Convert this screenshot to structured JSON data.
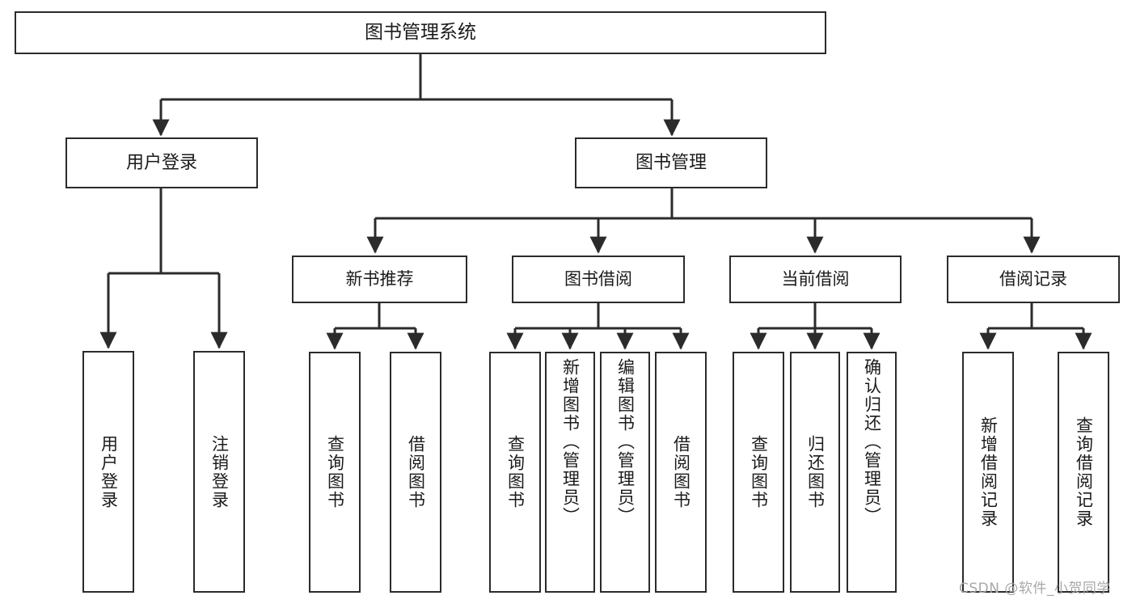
{
  "diagram": {
    "type": "tree",
    "title": "图书管理系统",
    "orientation": "top-down",
    "colors": {
      "box_border": "#2b2b2b",
      "box_fill": "#ffffff",
      "connector": "#2b2b2b",
      "text": "#1b1b1b",
      "watermark": "#a8a8a8"
    }
  },
  "root": {
    "label": "图书管理系统"
  },
  "level2": [
    {
      "label": "用户登录"
    },
    {
      "label": "图书管理"
    }
  ],
  "level3": [
    {
      "label": "新书推荐"
    },
    {
      "label": "图书借阅"
    },
    {
      "label": "当前借阅"
    },
    {
      "label": "借阅记录"
    }
  ],
  "leaves": {
    "user_login": [
      {
        "label": "用户登录"
      },
      {
        "label": "注销登录"
      }
    ],
    "new_book_recommend": [
      {
        "label": "查询图书"
      },
      {
        "label": "借阅图书"
      }
    ],
    "book_borrow": [
      {
        "label": "查询图书"
      },
      {
        "label": "新增图书（管理员）"
      },
      {
        "label": "编辑图书（管理员）"
      },
      {
        "label": "借阅图书"
      }
    ],
    "current_borrow": [
      {
        "label": "查询图书"
      },
      {
        "label": "归还图书"
      },
      {
        "label": "确认归还（管理员）"
      }
    ],
    "borrow_record": [
      {
        "label": "新增借阅记录"
      },
      {
        "label": "查询借阅记录"
      }
    ]
  },
  "watermark": {
    "text": "CSDN @软件_小贺同学"
  }
}
